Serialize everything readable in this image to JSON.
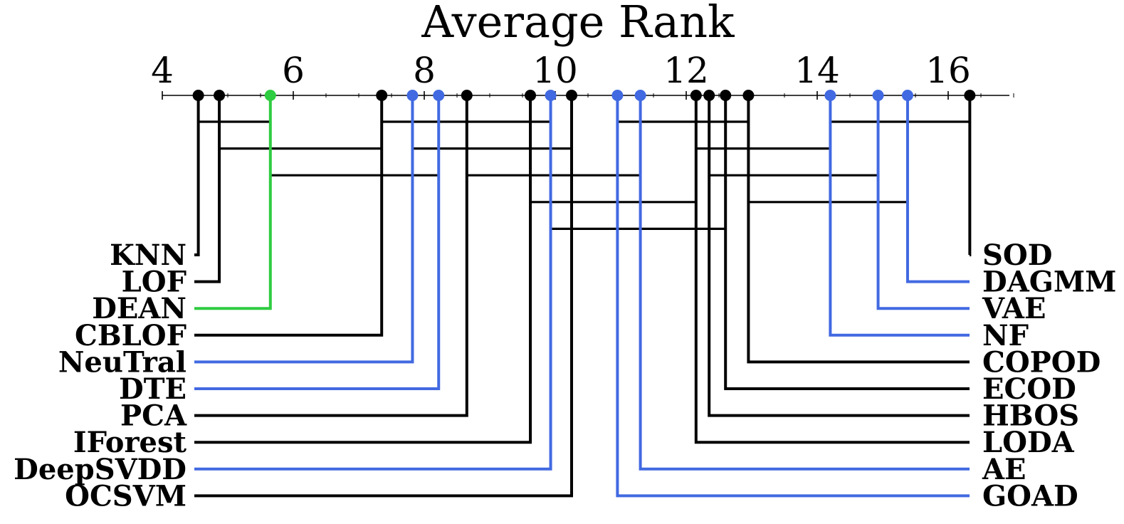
{
  "chart_data": {
    "type": "critical-difference",
    "title": "Average Rank",
    "xlim": [
      4,
      17
    ],
    "ticks": [
      4,
      6,
      8,
      10,
      12,
      14,
      16
    ],
    "colors": {
      "shallow": "#000000",
      "deep": "#4169e1",
      "highlight": "#2ecc40"
    },
    "methods": [
      {
        "name": "KNN",
        "rank": 4.55,
        "group": "shallow"
      },
      {
        "name": "LOF",
        "rank": 4.87,
        "group": "shallow"
      },
      {
        "name": "DEAN",
        "rank": 5.65,
        "group": "highlight"
      },
      {
        "name": "CBLOF",
        "rank": 7.35,
        "group": "shallow"
      },
      {
        "name": "NeuTral",
        "rank": 7.82,
        "group": "deep"
      },
      {
        "name": "DTE",
        "rank": 8.22,
        "group": "deep"
      },
      {
        "name": "PCA",
        "rank": 8.65,
        "group": "shallow"
      },
      {
        "name": "IForest",
        "rank": 9.62,
        "group": "shallow"
      },
      {
        "name": "DeepSVDD",
        "rank": 9.93,
        "group": "deep"
      },
      {
        "name": "OCSVM",
        "rank": 10.25,
        "group": "shallow"
      },
      {
        "name": "GOAD",
        "rank": 10.95,
        "group": "deep"
      },
      {
        "name": "AE",
        "rank": 11.3,
        "group": "deep"
      },
      {
        "name": "LODA",
        "rank": 12.15,
        "group": "shallow"
      },
      {
        "name": "HBOS",
        "rank": 12.35,
        "group": "shallow"
      },
      {
        "name": "ECOD",
        "rank": 12.6,
        "group": "shallow"
      },
      {
        "name": "COPOD",
        "rank": 12.95,
        "group": "shallow"
      },
      {
        "name": "NF",
        "rank": 14.2,
        "group": "deep"
      },
      {
        "name": "VAE",
        "rank": 14.93,
        "group": "deep"
      },
      {
        "name": "DAGMM",
        "rank": 15.38,
        "group": "deep"
      },
      {
        "name": "SOD",
        "rank": 16.33,
        "group": "shallow"
      }
    ],
    "cliques": [
      {
        "from": 4.55,
        "to": 5.65
      },
      {
        "from": 7.35,
        "to": 9.93
      },
      {
        "from": 10.95,
        "to": 12.95
      },
      {
        "from": 14.2,
        "to": 16.33
      },
      {
        "from": 4.87,
        "to": 7.35
      },
      {
        "from": 7.82,
        "to": 10.25
      },
      {
        "from": 12.15,
        "to": 14.2
      },
      {
        "from": 5.65,
        "to": 8.22
      },
      {
        "from": 8.65,
        "to": 11.3
      },
      {
        "from": 12.35,
        "to": 14.93
      },
      {
        "from": 9.62,
        "to": 12.15
      },
      {
        "from": 12.95,
        "to": 15.38
      },
      {
        "from": 9.93,
        "to": 12.6
      }
    ]
  }
}
